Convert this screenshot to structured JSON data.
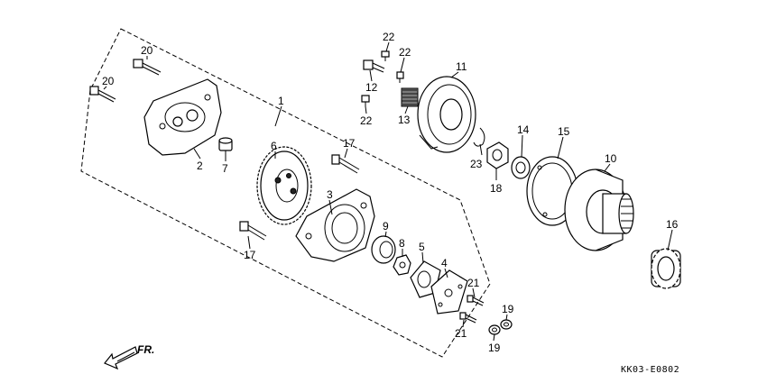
{
  "diagram": {
    "reference_code": "KK03-E0802",
    "direction_label": "FR.",
    "callouts": {
      "c1": "1",
      "c2": "2",
      "c3": "3",
      "c4": "4",
      "c5": "5",
      "c6": "6",
      "c7": "7",
      "c8": "8",
      "c9": "9",
      "c10": "10",
      "c11": "11",
      "c12": "12",
      "c13": "13",
      "c14": "14",
      "c15": "15",
      "c16": "16",
      "c17a": "17",
      "c17b": "17",
      "c18": "18",
      "c19a": "19",
      "c19b": "19",
      "c20a": "20",
      "c20b": "20",
      "c21a": "21",
      "c21b": "21",
      "c22a": "22",
      "c22b": "22",
      "c22c": "22",
      "c23": "23"
    }
  }
}
